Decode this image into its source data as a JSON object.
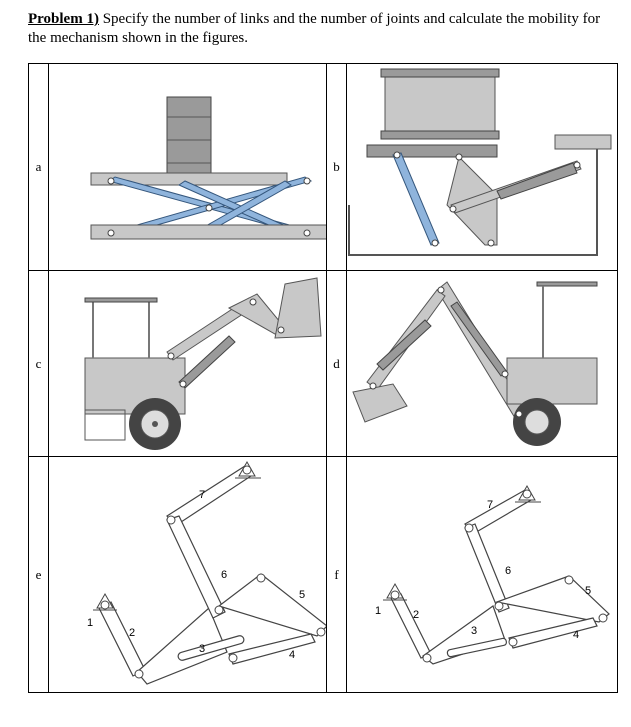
{
  "problem": {
    "heading": "Problem 1)",
    "text": " Specify the number of links and the number of joints and calculate the mobility for the mechanism shown in the figures."
  },
  "labels": {
    "a": "a",
    "b": "b",
    "c": "c",
    "d": "d",
    "e": "e",
    "f": "f"
  },
  "figure_e_numbers": [
    "1",
    "2",
    "3",
    "4",
    "5",
    "6",
    "7"
  ],
  "figure_f_numbers": [
    "1",
    "2",
    "3",
    "4",
    "5",
    "6",
    "7"
  ]
}
